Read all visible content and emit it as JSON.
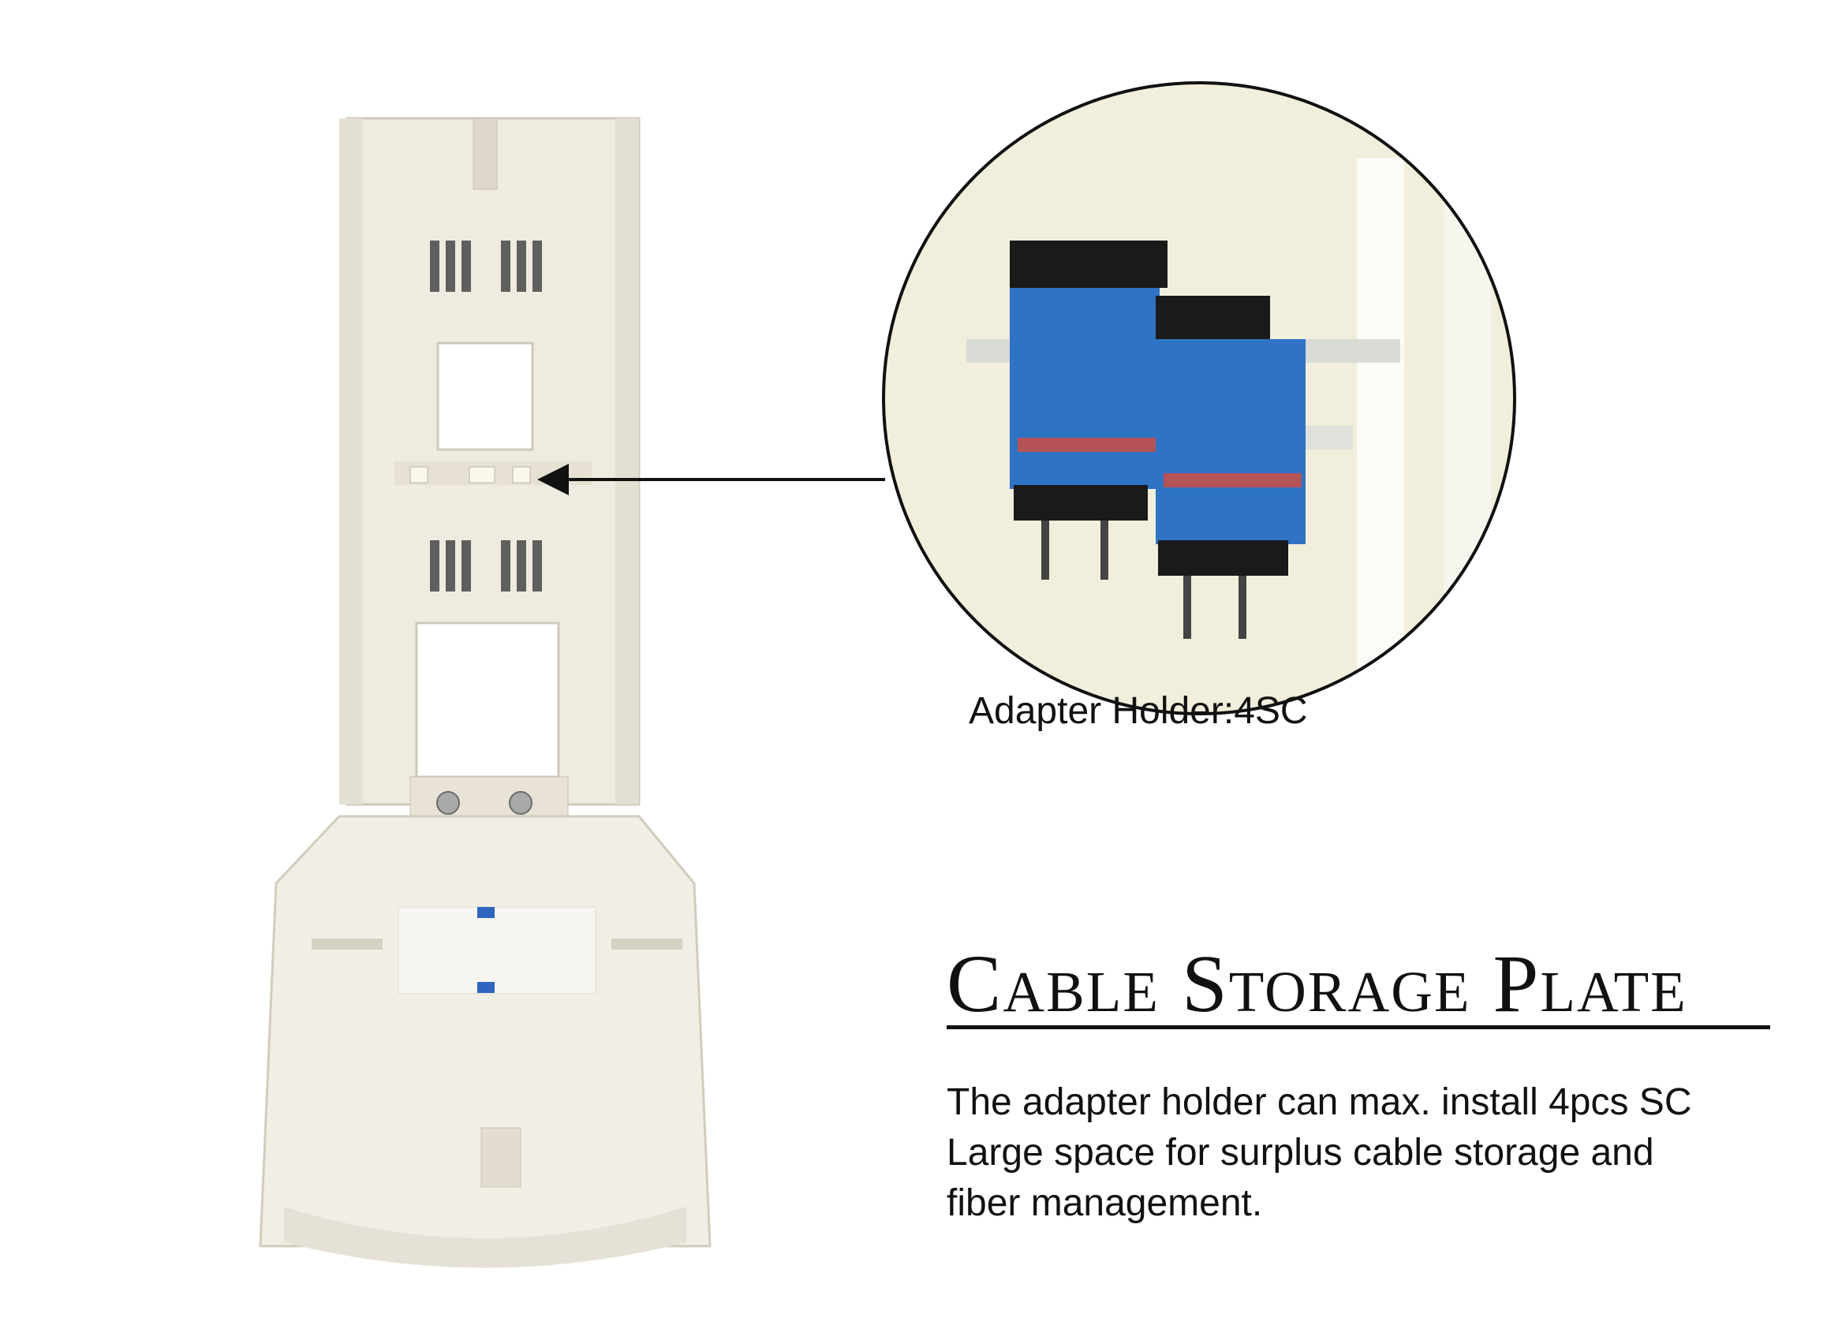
{
  "callout": {
    "caption": "Adapter Holder:4SC"
  },
  "heading": {
    "title": "Cable Storage Plate"
  },
  "description": {
    "lines": [
      "The adapter holder can max. install 4pcs SC",
      "Large space for surplus cable storage and",
      "fiber management."
    ]
  },
  "colors": {
    "plastic": "#ece8dc",
    "adapter_blue": "#2f73c4",
    "adapter_black": "#1a1a1a",
    "text": "#111111"
  }
}
